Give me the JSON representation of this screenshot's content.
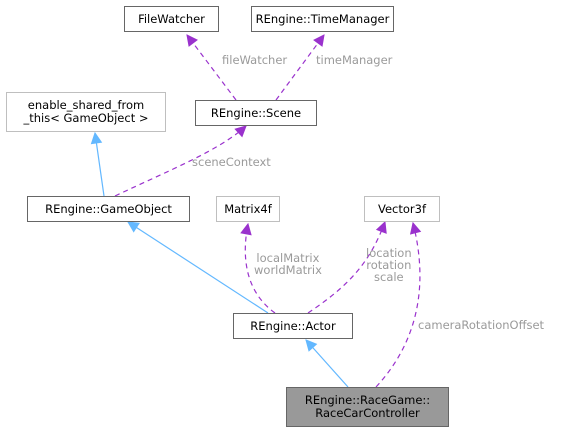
{
  "nodes": {
    "file_watcher": "FileWatcher",
    "time_manager": "REngine::TimeManager",
    "enable_shared": [
      "enable_shared_from",
      "_this< GameObject >"
    ],
    "scene": "REngine::Scene",
    "game_object": "REngine::GameObject",
    "matrix4f": "Matrix4f",
    "vector3f": "Vector3f",
    "actor": "REngine::Actor",
    "race_car_controller": [
      "REngine::RaceGame::",
      "RaceCarController"
    ]
  },
  "edge_labels": {
    "file_watcher": "fileWatcher",
    "time_manager": "timeManager",
    "scene_context": "sceneContext",
    "matrices": [
      "localMatrix",
      "worldMatrix"
    ],
    "vectors": [
      "location",
      "rotation",
      "scale"
    ],
    "camera_rotation_offset": "cameraRotationOffset"
  },
  "colors": {
    "inheritance": "#63b8ff",
    "usage": "#9a32cd",
    "label": "#9a9a9a",
    "focus_fill": "#999999"
  }
}
